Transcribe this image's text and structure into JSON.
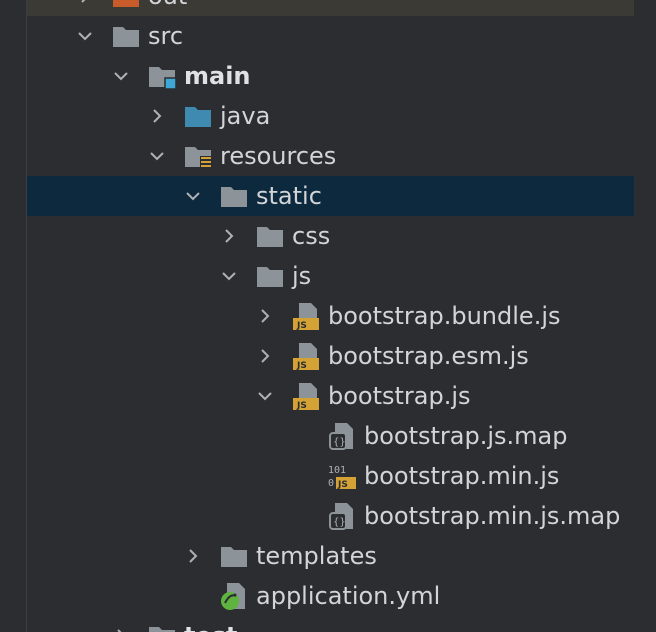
{
  "tree": {
    "items": [
      {
        "label": "out",
        "icon": "folder-orange-icon",
        "expanded": false
      },
      {
        "label": "src",
        "icon": "folder-icon",
        "expanded": true
      },
      {
        "label": "main",
        "icon": "source-root-folder-icon",
        "expanded": true
      },
      {
        "label": "java",
        "icon": "java-source-folder-icon",
        "expanded": false
      },
      {
        "label": "resources",
        "icon": "resources-folder-icon",
        "expanded": true
      },
      {
        "label": "static",
        "icon": "folder-icon",
        "expanded": true,
        "selected": true
      },
      {
        "label": "css",
        "icon": "folder-icon",
        "expanded": false
      },
      {
        "label": "js",
        "icon": "folder-icon",
        "expanded": true
      },
      {
        "label": "bootstrap.bundle.js",
        "icon": "js-file-icon",
        "expanded": false
      },
      {
        "label": "bootstrap.esm.js",
        "icon": "js-file-icon",
        "expanded": false
      },
      {
        "label": "bootstrap.js",
        "icon": "js-file-icon",
        "expanded": true
      },
      {
        "label": "bootstrap.js.map",
        "icon": "source-map-file-icon"
      },
      {
        "label": "bootstrap.min.js",
        "icon": "minified-js-file-icon"
      },
      {
        "label": "bootstrap.min.js.map",
        "icon": "source-map-file-icon"
      },
      {
        "label": "templates",
        "icon": "folder-icon",
        "expanded": false
      },
      {
        "label": "application.yml",
        "icon": "spring-config-file-icon"
      },
      {
        "label": "test",
        "icon": "folder-icon",
        "expanded": false
      }
    ]
  },
  "colors": {
    "background": "#2b2d30",
    "selection": "#0d293e",
    "folder": "#8c9399",
    "java_folder": "#3e8ab0",
    "js_badge": "#d4a235",
    "spring_green": "#5fb340",
    "text": "#d2d4d8"
  }
}
